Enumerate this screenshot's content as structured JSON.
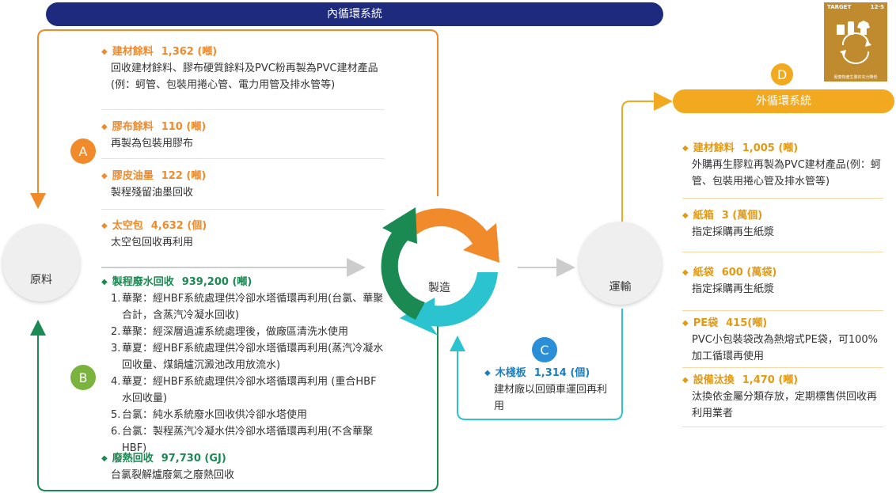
{
  "inner_loop": {
    "title": "內循環系統"
  },
  "outer_loop": {
    "title": "外循環系統"
  },
  "nodes": {
    "raw_material": "原料",
    "manufacturing": "製造",
    "transport": "運輸"
  },
  "badges": {
    "a": "A",
    "b": "B",
    "c": "C",
    "d": "D"
  },
  "sdg": {
    "label": "TARGET",
    "number": "12·5",
    "caption": "廢棄物產生量的充分降低"
  },
  "group_a": [
    {
      "title": "建材餘料",
      "value": "1,362 (噸)",
      "desc": "回收建材餘料、膠布硬質餘料及PVC粉再製為PVC建材產品(例：蚵管、包裝用捲心管、電力用管及排水管等)"
    },
    {
      "title": "膠布餘料",
      "value": "110 (噸)",
      "desc": "再製為包裝用膠布"
    },
    {
      "title": "膠皮油墨",
      "value": "122 (噸)",
      "desc": "製程殘留油墨回收"
    },
    {
      "title": "太空包",
      "value": "4,632 (個)",
      "desc": "太空包回收再利用"
    }
  ],
  "group_b": {
    "water": {
      "title": "製程廢水回收",
      "value": "939,200 (噸)",
      "steps": [
        {
          "n": "1.",
          "text": "華聚：經HBF系統處理供冷卻水塔循環再利用(台氯、華聚合計，含蒸汽冷凝水回收)"
        },
        {
          "n": "2.",
          "text": "華聚：經深層過濾系統處理後，做廠區清洗水使用"
        },
        {
          "n": "3.",
          "text": "華夏：經HBF系統處理供冷卻水塔循環再利用(蒸汽冷凝水回收量、煤鍋爐沉澱池改用放流水)"
        },
        {
          "n": "4.",
          "text": "華夏：經HBF系統處理供冷卻水塔循環再利用 (重合HBF水回收量)"
        },
        {
          "n": "5.",
          "text": "台氯：純水系統廢水回收供冷卻水塔使用"
        },
        {
          "n": "6.",
          "text": "台氯：製程蒸汽冷凝水供冷卻水塔循環再利用(不含華聚HBF)"
        }
      ]
    },
    "heat": {
      "title": "廢熱回收",
      "value": "97,730 (GJ)",
      "desc": "台氯裂解爐廢氣之廢熱回收"
    }
  },
  "group_c": {
    "title": "木棧板",
    "value": "1,314 (個)",
    "desc": "建材廠以回頭車運回再利用"
  },
  "group_d": [
    {
      "title": "建材餘料",
      "value": "1,005 (噸)",
      "desc": "外購再生膠粒再製為PVC建材產品(例：蚵管、包裝用捲心管及排水管等)"
    },
    {
      "title": "紙箱",
      "value": "3 (萬個)",
      "desc": "指定採購再生紙漿"
    },
    {
      "title": "紙袋",
      "value": "600 (萬袋)",
      "desc": "指定採購再生紙漿"
    },
    {
      "title": "PE袋",
      "value": "415(噸)",
      "desc": "PVC小包裝袋改為熱熔式PE袋，可100%加工循環再使用"
    },
    {
      "title": "設備汰換",
      "value": "1,470 (噸)",
      "desc": "汰換依金屬分類存放，定期標售供回收再利用業者"
    }
  ],
  "colors": {
    "navy": "#1d2a7e",
    "orange": "#f08a2a",
    "green": "#1a8a52",
    "teal": "#2bc3cf",
    "gold": "#f3a91f",
    "blue": "#2a8fd6",
    "sdg": "#bf8b2e"
  }
}
